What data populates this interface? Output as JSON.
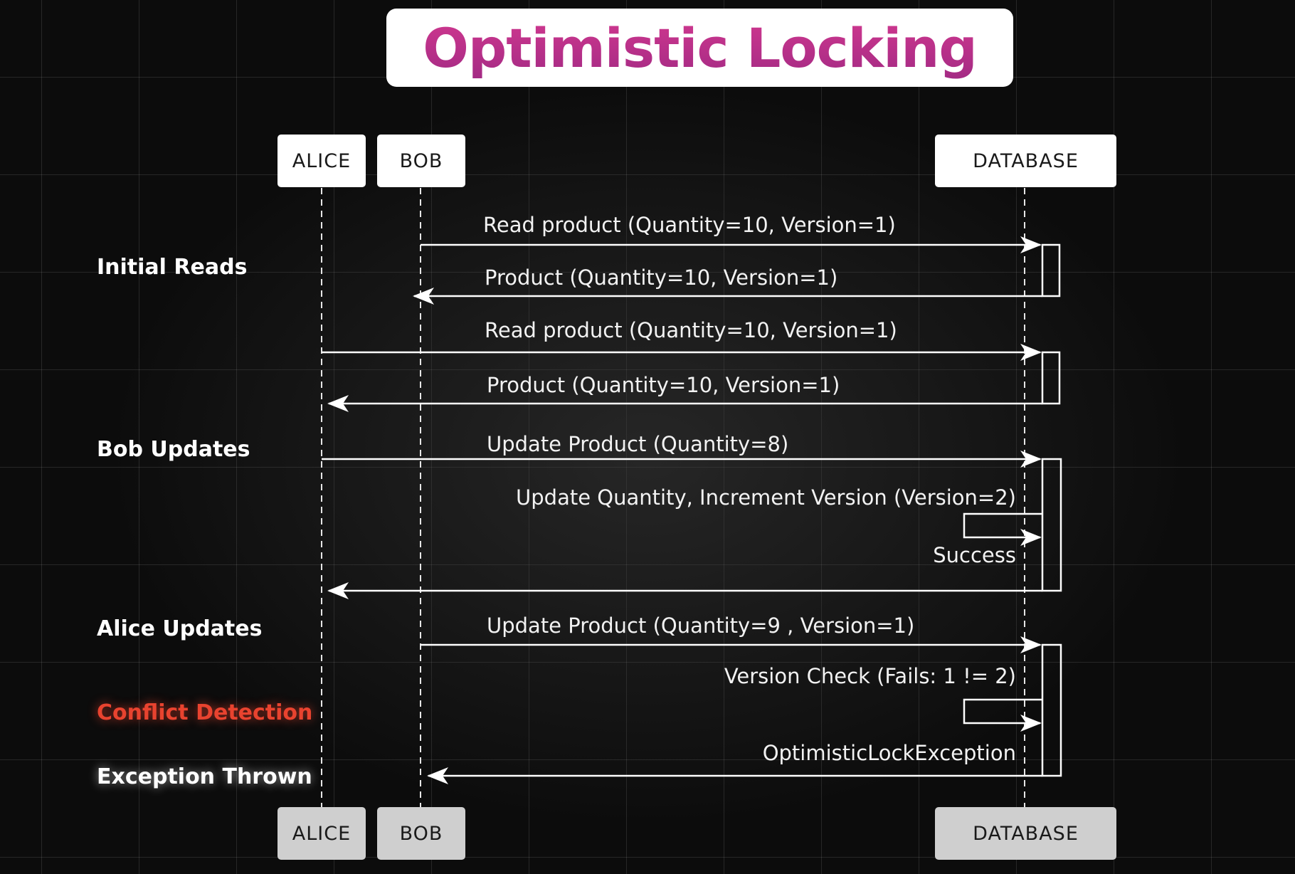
{
  "title": "Optimistic Locking",
  "actors": {
    "alice": "ALICE",
    "bob": "BOB",
    "database": "DATABASE"
  },
  "phases": {
    "initial_reads": "Initial Reads",
    "bob_updates": "Bob Updates",
    "alice_updates": "Alice Updates",
    "conflict_detection": "Conflict Detection",
    "exception_thrown": "Exception Thrown"
  },
  "messages": {
    "m1": "Read product (Quantity=10, Version=1)",
    "m2": "Product (Quantity=10, Version=1)",
    "m3": "Read product (Quantity=10, Version=1)",
    "m4": "Product (Quantity=10, Version=1)",
    "m5": "Update Product (Quantity=8)",
    "m6": "Update Quantity, Increment Version (Version=2)",
    "m7": "Success",
    "m8": "Update Product (Quantity=9 , Version=1)",
    "m9": "Version Check (Fails: 1 != 2)",
    "m10": "OptimisticLockException"
  },
  "colors": {
    "title": "#bf2f8a",
    "conflict": "#e8432f",
    "background": "#0c0c0c"
  }
}
